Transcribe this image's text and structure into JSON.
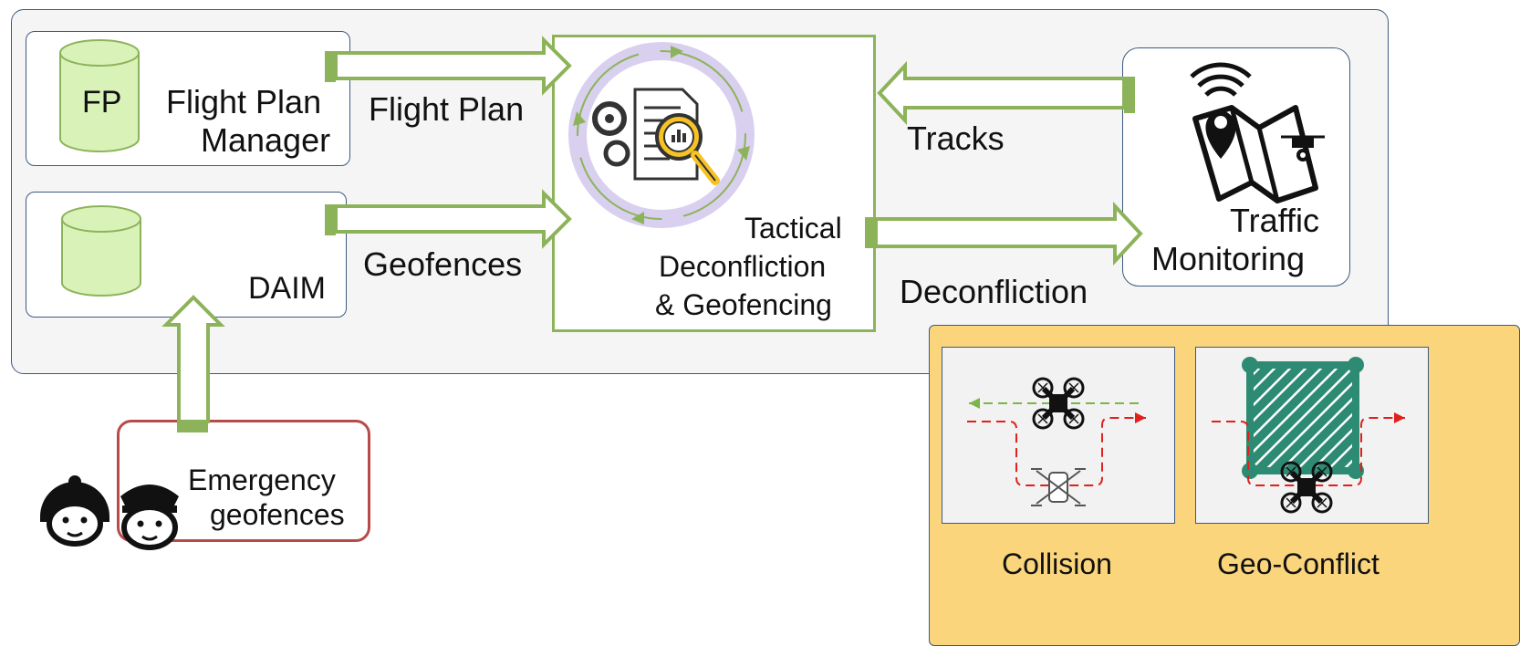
{
  "flight_plan_manager": {
    "db_label": "FP",
    "title_line1": "Flight Plan",
    "title_line2": "Manager"
  },
  "daim": {
    "title": "DAIM"
  },
  "tactical": {
    "line1": "Tactical",
    "line2": "Deconfliction",
    "line3": "& Geofencing"
  },
  "traffic_monitoring": {
    "line1": "Traffic",
    "line2": "Monitoring"
  },
  "emergency": {
    "line1": "Emergency",
    "line2": "geofences"
  },
  "arrows": {
    "flight_plan": "Flight Plan",
    "geofences": "Geofences",
    "tracks": "Tracks",
    "deconfliction": "Deconfliction"
  },
  "legend": {
    "collision": "Collision",
    "geo_conflict": "Geo-Conflict"
  },
  "colors": {
    "arrow_green": "#8db35a",
    "db_fill": "#d9f2b8",
    "legend_bg": "#fad57c",
    "emergency_border": "#b84a4a",
    "panel_border": "#3d5a80"
  }
}
